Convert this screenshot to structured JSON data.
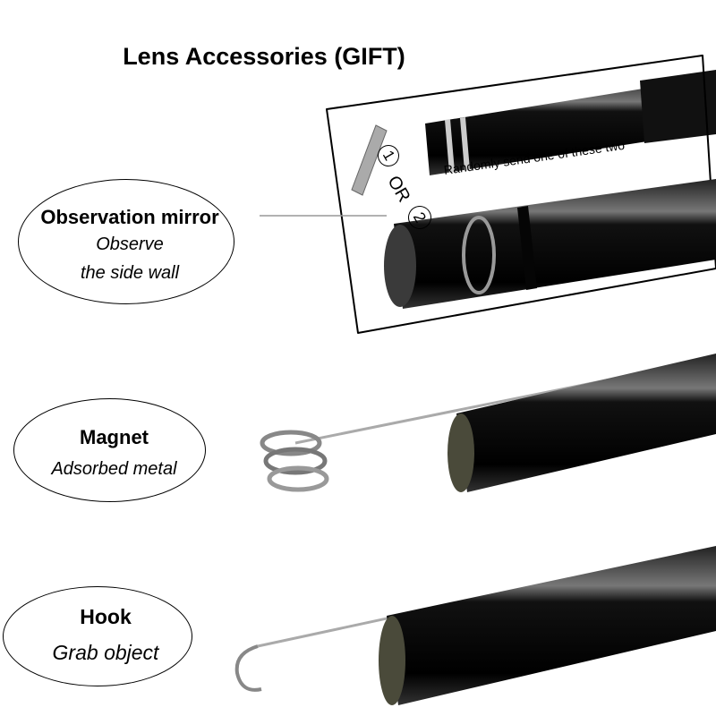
{
  "title": "Lens Accessories (GIFT)",
  "mirror": {
    "name": "Observation mirror",
    "desc_line1": "Observe",
    "desc_line2": "the side wall",
    "note": "Randomly send one of these two",
    "option1": "1",
    "or": "OR",
    "option2": "2"
  },
  "magnet": {
    "name": "Magnet",
    "desc": "Adsorbed metal"
  },
  "hook": {
    "name": "Hook",
    "desc": "Grab object"
  }
}
